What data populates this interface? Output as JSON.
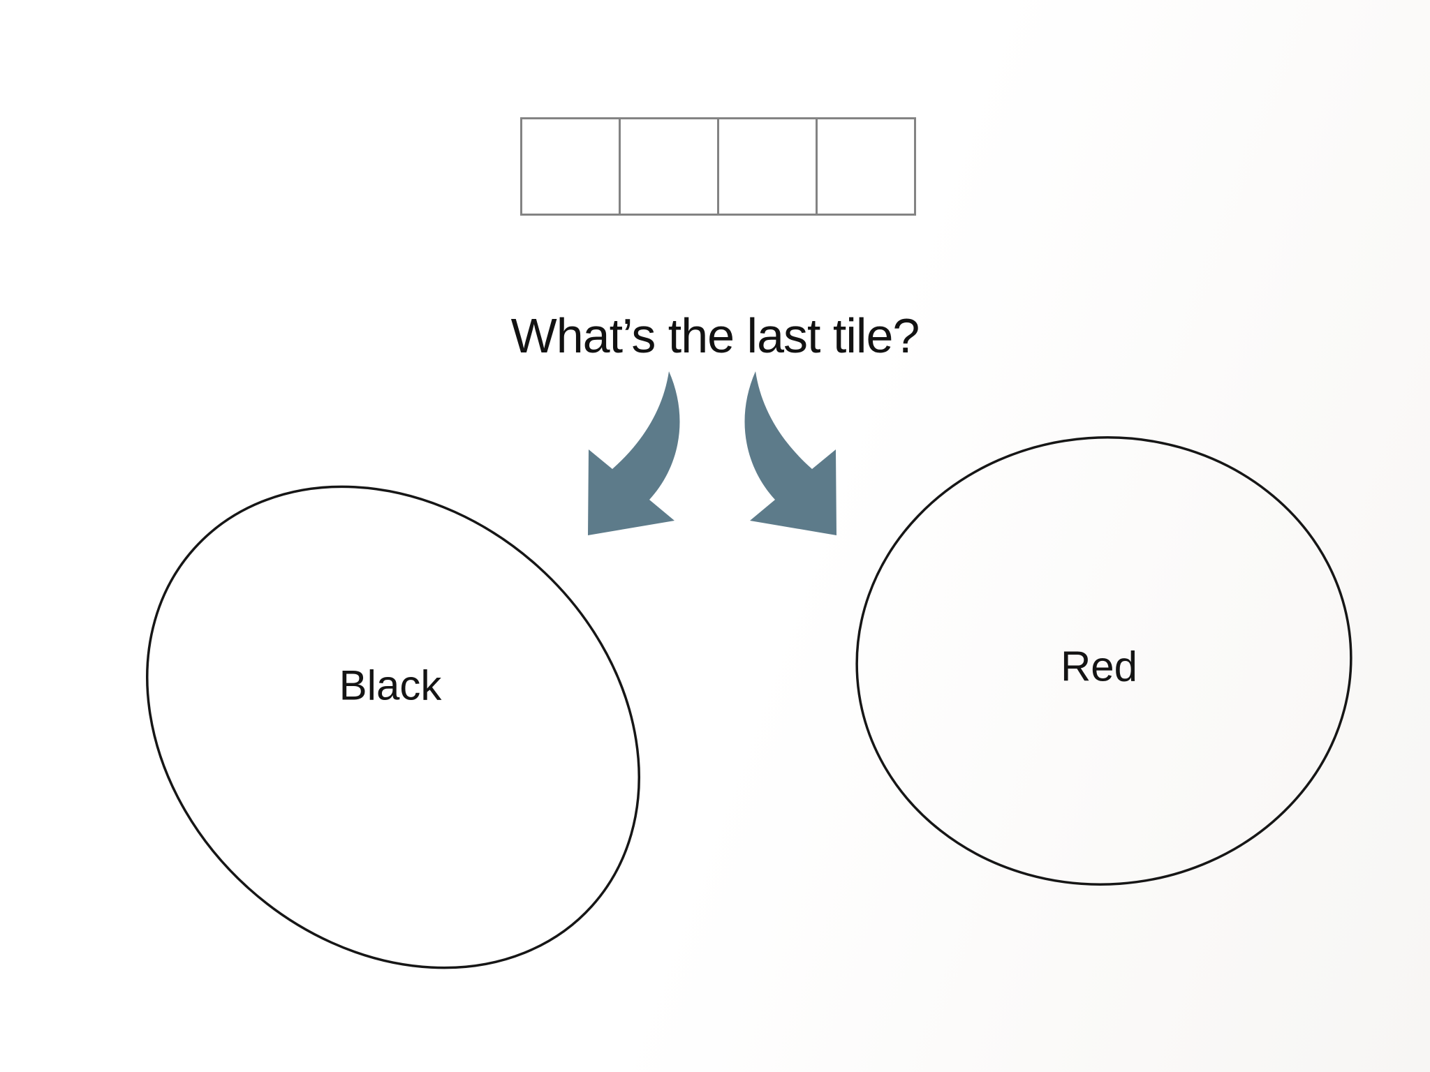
{
  "question": {
    "text": "What’s the last tile?"
  },
  "tile_strip": {
    "cell_count": 4,
    "cells": [
      "",
      "",
      "",
      ""
    ]
  },
  "options": [
    {
      "label": "Black"
    },
    {
      "label": "Red"
    }
  ],
  "icons": {
    "left_arrow": "curved-arrow-down-left",
    "right_arrow": "curved-arrow-down-right"
  },
  "colors": {
    "arrow_fill": "#5d7b8a",
    "tile_border": "#838383",
    "oval_stroke": "#161616",
    "text": "#121212",
    "background": "#ffffff"
  }
}
